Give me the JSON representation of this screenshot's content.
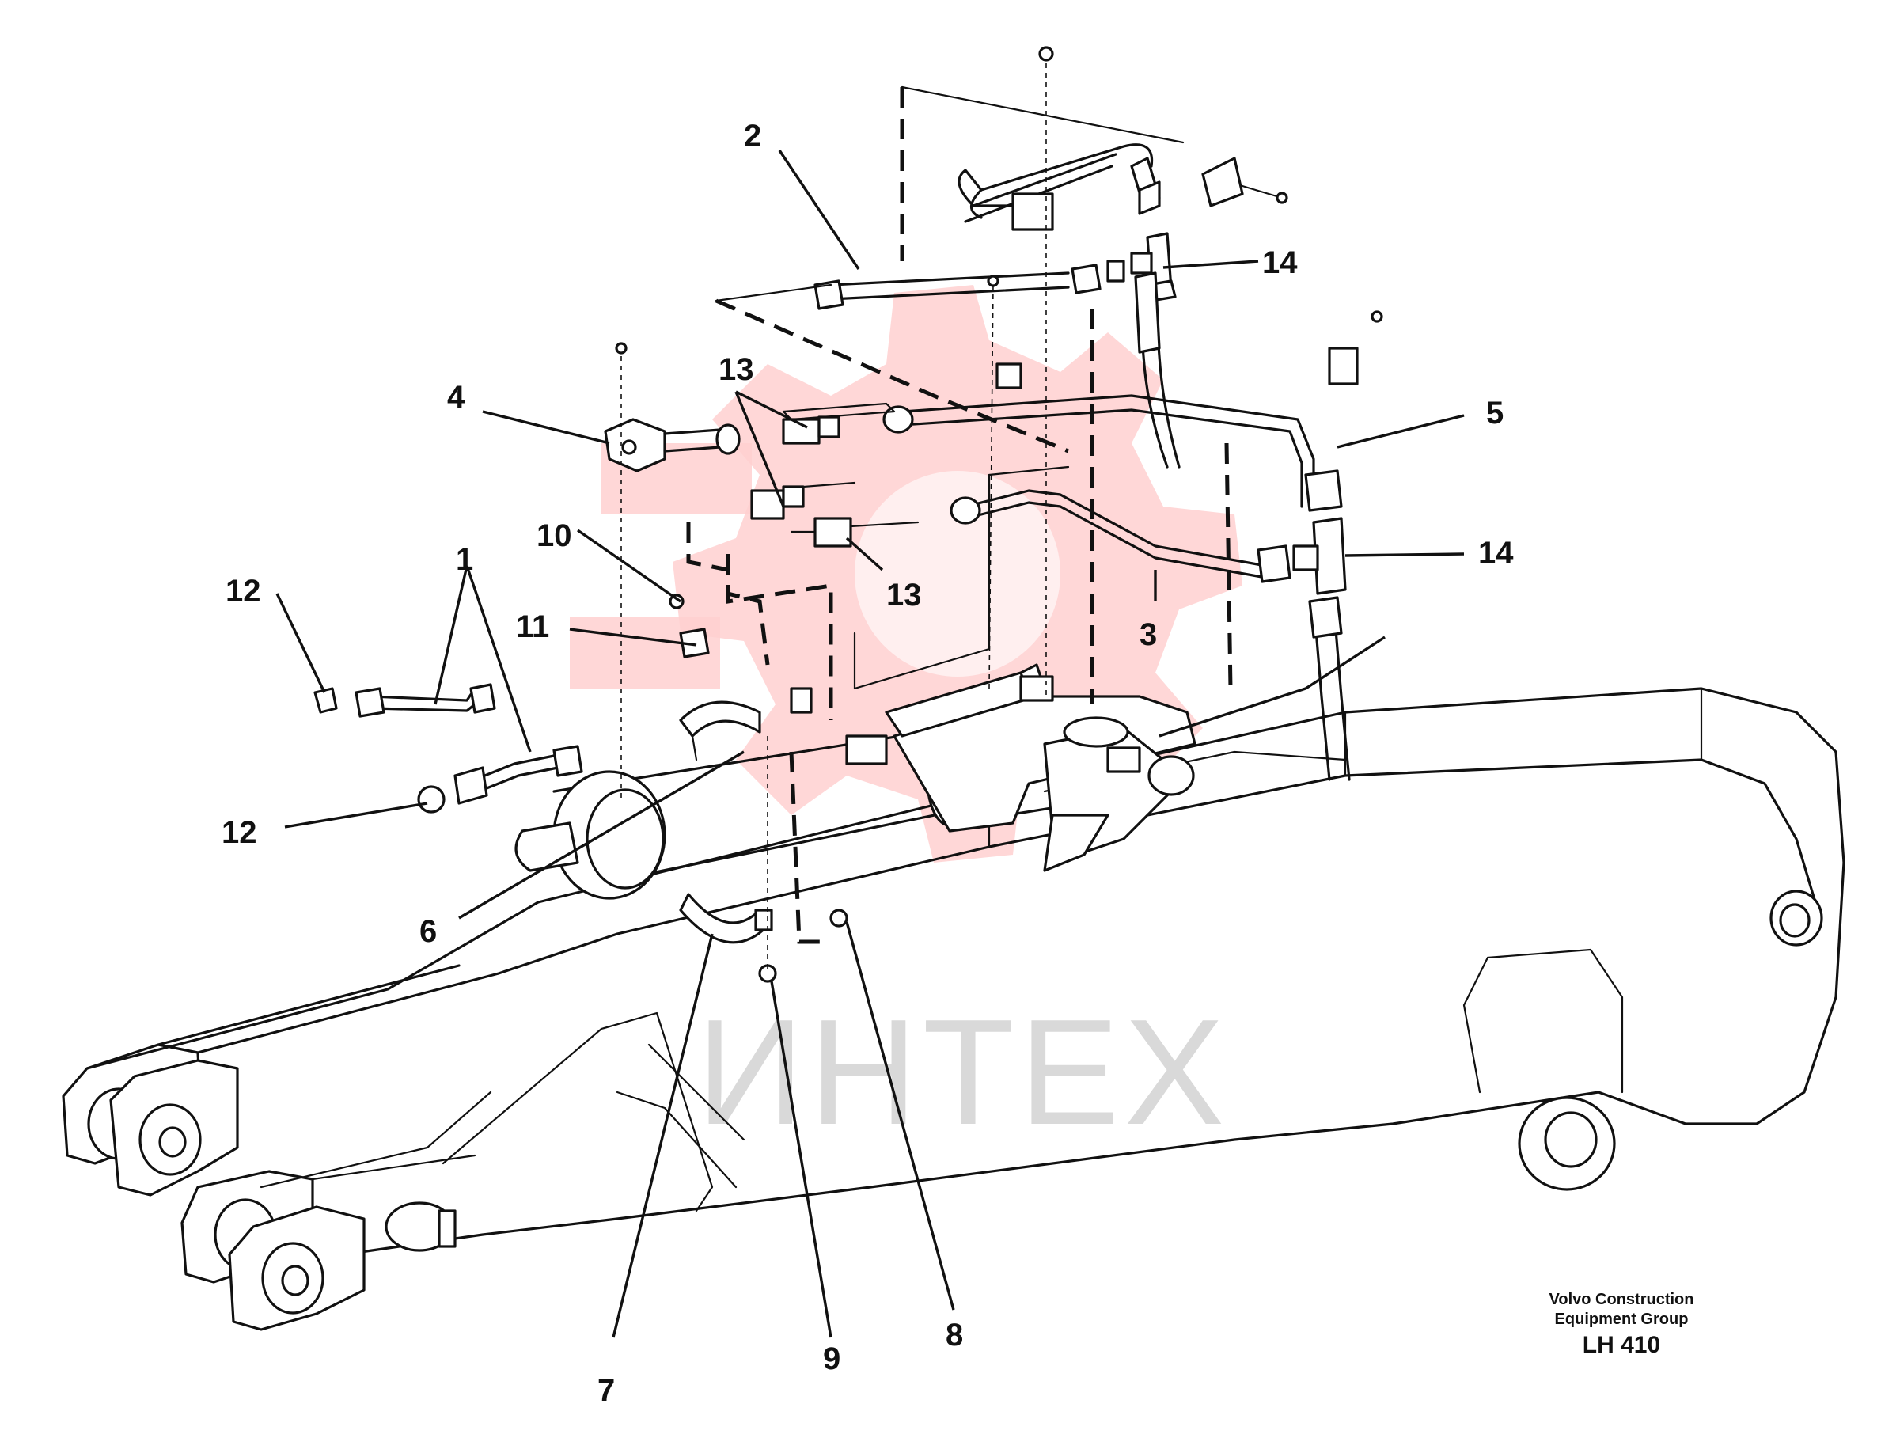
{
  "watermark": {
    "text": "ИНТЕХ",
    "logo_color": "#ffd0d0",
    "text_color": "#d9d9d9"
  },
  "callouts": [
    "1",
    "2",
    "3",
    "4",
    "5",
    "6",
    "7",
    "8",
    "9",
    "10",
    "11",
    "12",
    "12",
    "13",
    "13",
    "14",
    "14"
  ],
  "caption": {
    "company_line1": "Volvo Construction",
    "company_line2": "Equipment Group",
    "model": "LH 410"
  }
}
